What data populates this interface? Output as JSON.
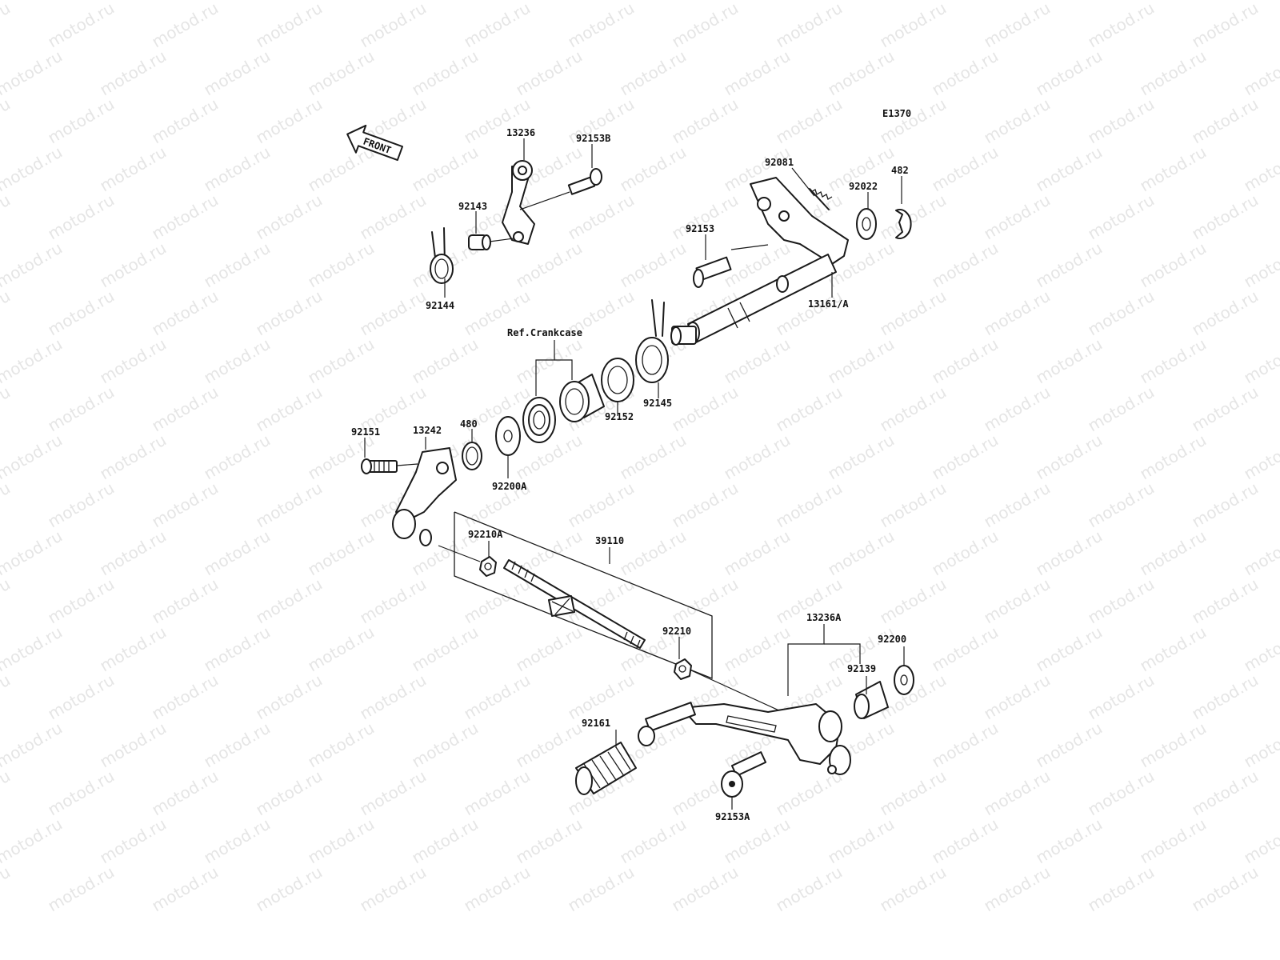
{
  "diagram_code": "E1370",
  "front_arrow": {
    "text": "FRONT",
    "icon": "front-arrow-icon"
  },
  "watermark": "motod.ru",
  "labels": {
    "p13236": "13236",
    "p92153B": "92153B",
    "p92143": "92143",
    "p92144": "92144",
    "p92081": "92081",
    "p482": "482",
    "p92022": "92022",
    "p92153": "92153",
    "p13161A": "13161/A",
    "ref_crankcase": "Ref.Crankcase",
    "p92145": "92145",
    "p92152": "92152",
    "p92151": "92151",
    "p13242": "13242",
    "p480": "480",
    "p92200A": "92200A",
    "p92210A": "92210A",
    "p39110": "39110",
    "p92210": "92210",
    "p13236A": "13236A",
    "p92200": "92200",
    "p92139": "92139",
    "p92161": "92161",
    "p92153A": "92153A"
  }
}
